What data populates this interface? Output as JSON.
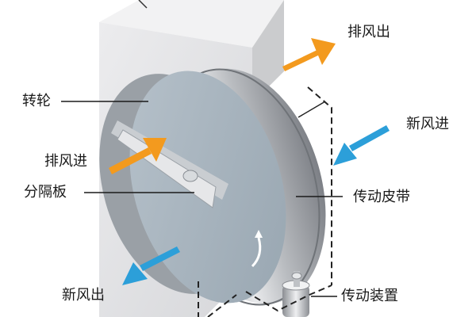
{
  "labels": {
    "rotor": "转轮",
    "exhaust_in": "排风进",
    "divider": "分隔板",
    "fresh_out": "新风出",
    "exhaust_out": "排风出",
    "fresh_in": "新风进",
    "belt": "传动皮带",
    "drive": "传动装置"
  },
  "colors": {
    "exhaust_arrow": "#f39a1e",
    "fresh_arrow": "#2c9fd9",
    "housing_light": "#e3e3e5",
    "housing_dark": "#c4c5c8",
    "wheel_face": "#a9b6c0",
    "rim_metal": "#c9cbce"
  }
}
